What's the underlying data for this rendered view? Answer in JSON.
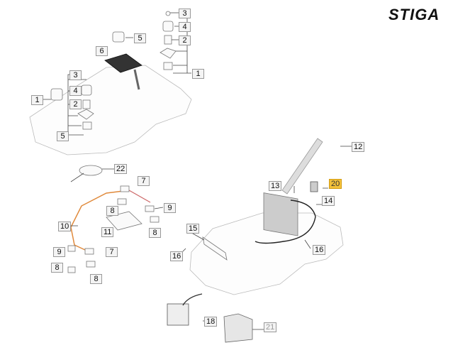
{
  "brand": "STIGA",
  "highlight_color": "#f3c13a",
  "labels": [
    {
      "id": "l3a",
      "text": "3"
    },
    {
      "id": "l4a",
      "text": "4"
    },
    {
      "id": "l5a",
      "text": "5"
    },
    {
      "id": "l2a",
      "text": "2"
    },
    {
      "id": "l6",
      "text": "6"
    },
    {
      "id": "l1a",
      "text": "1"
    },
    {
      "id": "l3b",
      "text": "3"
    },
    {
      "id": "l4b",
      "text": "4"
    },
    {
      "id": "l2b",
      "text": "2"
    },
    {
      "id": "l1b",
      "text": "1"
    },
    {
      "id": "l5b",
      "text": "5"
    },
    {
      "id": "l12",
      "text": "12"
    },
    {
      "id": "l22",
      "text": "22"
    },
    {
      "id": "l7a",
      "text": "7"
    },
    {
      "id": "l20",
      "text": "20"
    },
    {
      "id": "l13",
      "text": "13"
    },
    {
      "id": "l14",
      "text": "14"
    },
    {
      "id": "l9a",
      "text": "9"
    },
    {
      "id": "l8a",
      "text": "8"
    },
    {
      "id": "l8b",
      "text": "8"
    },
    {
      "id": "l10",
      "text": "10"
    },
    {
      "id": "l11",
      "text": "11"
    },
    {
      "id": "l15",
      "text": "15"
    },
    {
      "id": "l16a",
      "text": "16"
    },
    {
      "id": "l16b",
      "text": "16"
    },
    {
      "id": "l9b",
      "text": "9"
    },
    {
      "id": "l7b",
      "text": "7"
    },
    {
      "id": "l8c",
      "text": "8"
    },
    {
      "id": "l8d",
      "text": "8"
    },
    {
      "id": "l18",
      "text": "18"
    },
    {
      "id": "l21",
      "text": "21"
    }
  ]
}
